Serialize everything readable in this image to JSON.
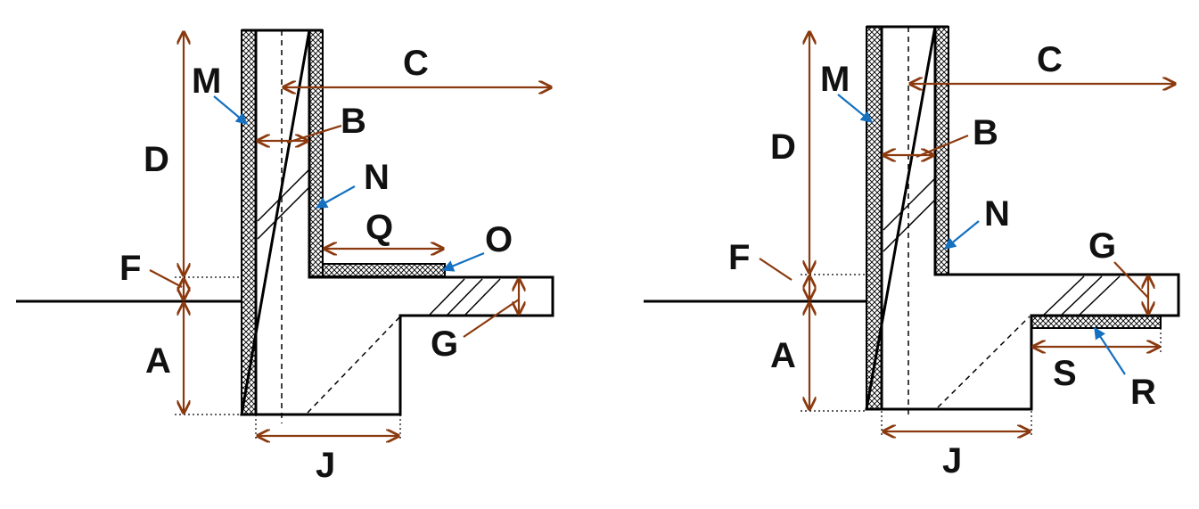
{
  "colors": {
    "dimension_arrow": "#8B3A0F",
    "pointer_arrow": "#1570C0",
    "outline": "#000000"
  },
  "left_diagram": {
    "labels": {
      "M": "M",
      "D": "D",
      "F": "F",
      "A": "A",
      "B": "B",
      "C": "C",
      "N": "N",
      "Q": "Q",
      "O": "O",
      "G": "G",
      "J": "J"
    }
  },
  "right_diagram": {
    "labels": {
      "M": "M",
      "D": "D",
      "F": "F",
      "A": "A",
      "B": "B",
      "C": "C",
      "N": "N",
      "G": "G",
      "S": "S",
      "R": "R",
      "J": "J"
    }
  }
}
